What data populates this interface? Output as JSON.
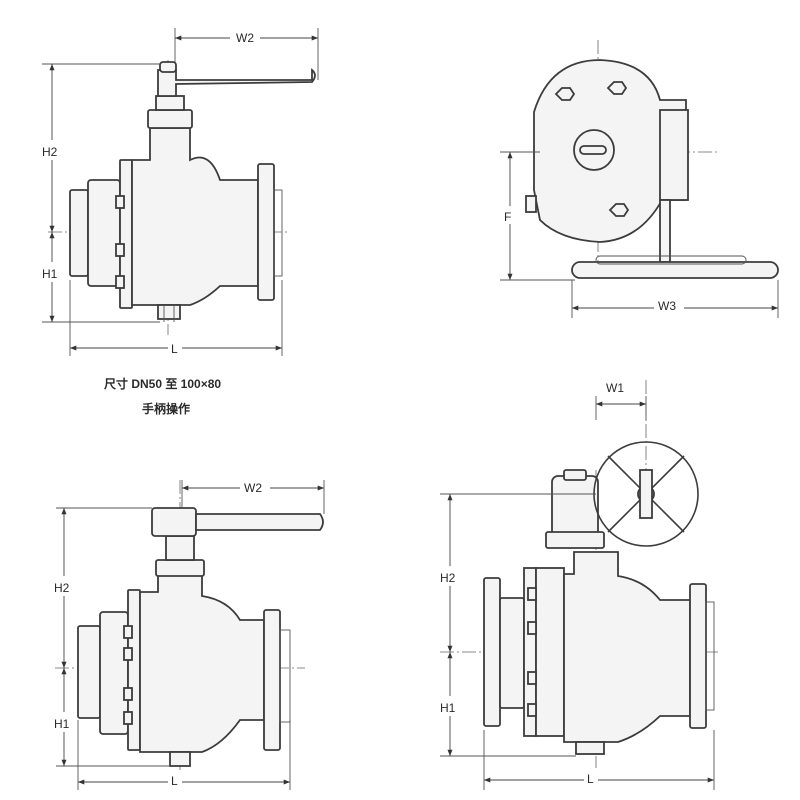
{
  "view_manual_small": {
    "w2": "W2",
    "h2": "H2",
    "h1": "H1",
    "l": "L",
    "caption_line1": "尺寸 DN50 至 100×80",
    "caption_line2": "手柄操作"
  },
  "view_gearbox_top": {
    "f": "F",
    "w3": "W3"
  },
  "view_manual_large": {
    "w2": "W2",
    "h2": "H2",
    "h1": "H1",
    "l": "L"
  },
  "view_gear_operated": {
    "w1": "W1",
    "h2": "H2",
    "h1": "H1",
    "l": "L"
  },
  "colors": {
    "line": "#3c3c3c",
    "fill": "#f4f4f4",
    "background": "#ffffff"
  }
}
